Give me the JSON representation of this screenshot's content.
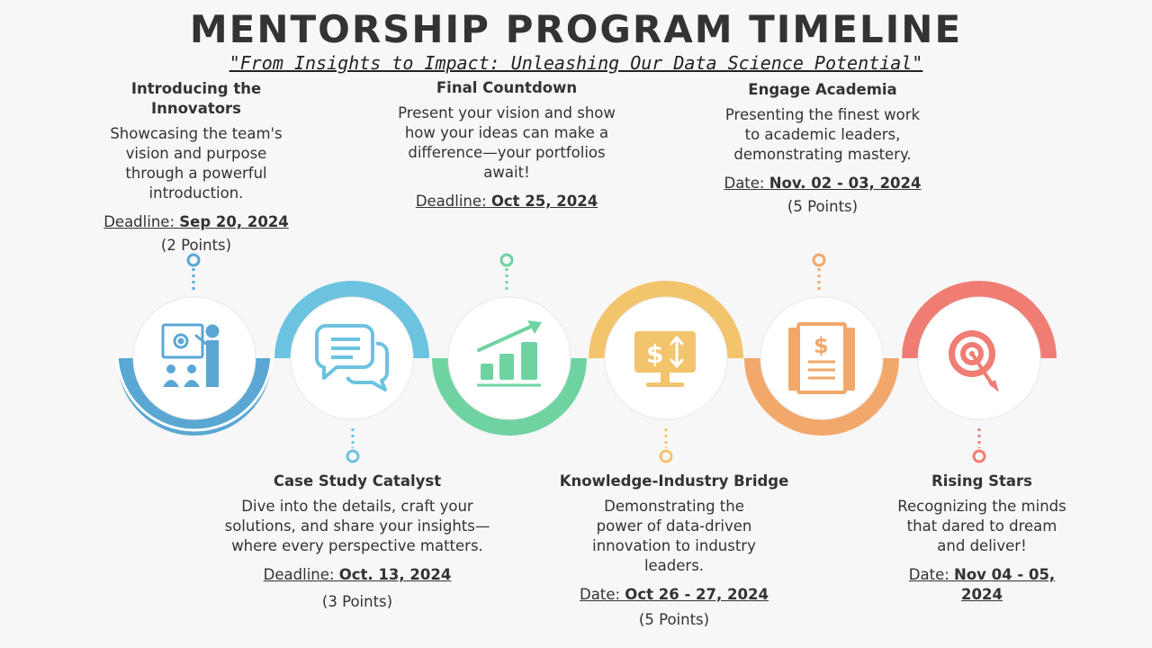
{
  "header": {
    "title": "MENTORSHIP PROGRAM TIMELINE",
    "subtitle": "\"From Insights to Impact: Unleashing Our Data Science Potential\""
  },
  "milestones": [
    {
      "name": "Introducing the Innovators",
      "description": "Showcasing the team's vision and purpose through a powerful introduction.",
      "date_label": "Deadline:",
      "date_value": "Sep 20, 2024",
      "points": "(2 Points)",
      "color": "#5aa7d3",
      "icon": "presentation-icon"
    },
    {
      "name": "Case Study Catalyst",
      "description": "Dive into the details, craft your solutions, and share your insights—where every perspective matters.",
      "date_label": "Deadline:",
      "date_value": "Oct. 13, 2024",
      "points": "(3 Points)",
      "color": "#6cc3df",
      "icon": "chat-bubbles-icon"
    },
    {
      "name": "Final Countdown",
      "description": "Present your vision and show how your ideas can make a difference—your portfolios await!",
      "date_label": "Deadline:",
      "date_value": "Oct 25, 2024",
      "points": "",
      "color": "#6fd3a1",
      "icon": "growth-chart-icon"
    },
    {
      "name": "Knowledge-Industry Bridge",
      "description": "Demonstrating the power of data-driven innovation to industry leaders.",
      "date_label": "Date:",
      "date_value": "Oct 26 - 27, 2024",
      "points": "(5 Points)",
      "color": "#f2c46b",
      "icon": "monitor-dollar-icon"
    },
    {
      "name": "Engage Academia",
      "description": "Presenting the finest work to academic leaders, demonstrating mastery.",
      "date_label": "Date:",
      "date_value": "Nov. 02 - 03, 2024",
      "points": "(5 Points)",
      "color": "#f2a76b",
      "icon": "document-dollar-icon"
    },
    {
      "name": "Rising Stars",
      "description": "Recognizing the minds that dared to dream and deliver!",
      "date_label": "Date:",
      "date_value": "Nov 04 - 05, 2024",
      "points": "",
      "color": "#ef7d74",
      "icon": "target-icon"
    }
  ]
}
